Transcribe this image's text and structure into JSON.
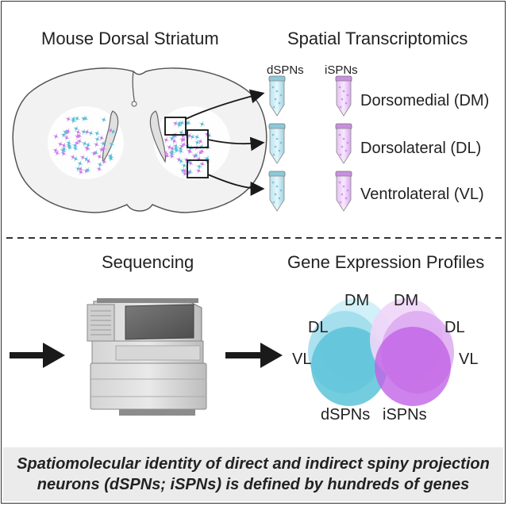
{
  "sections": {
    "top_left_title": "Mouse Dorsal Striatum",
    "top_right_title": "Spatial Transcriptomics",
    "bottom_left_title": "Sequencing",
    "bottom_right_title": "Gene Expression Profiles"
  },
  "tubes": {
    "column_labels": [
      "dSPNs",
      "iSPNs"
    ],
    "rows": [
      "Dorsomedial (DM)",
      "Dorsolateral (DL)",
      "Ventrolateral (VL)"
    ]
  },
  "venn": {
    "labels": {
      "left_dm": "DM",
      "right_dm": "DM",
      "left_dl": "DL",
      "right_dl": "DL",
      "left_vl": "VL",
      "right_vl": "VL",
      "left_group": "dSPNs",
      "right_group": "iSPNs"
    }
  },
  "caption": {
    "line1": "Spatiomolecular identity of direct and indirect spiny projection",
    "line2": "neurons (dSPNs; iSPNs) is defined by hundreds of genes"
  },
  "colors": {
    "dspn": "#5bbfd6",
    "ispn": "#c97ee8",
    "arrow": "#1a1a1a",
    "caption_bg": "#ebebeb"
  }
}
